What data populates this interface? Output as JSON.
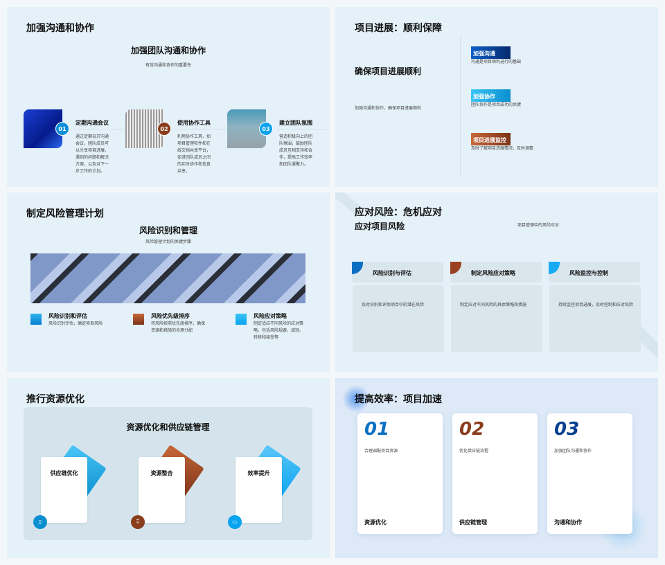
{
  "slide1": {
    "title": "加强沟通和协作",
    "subtitle": "加强团队沟通和协作",
    "caption": "有效沟通和协作的重要性",
    "items": [
      {
        "num": "01",
        "title": "定期沟通会议",
        "desc": "通过定期召开沟通会议，团队成员可以分享项目进展、遇到的问题和解决方案，以及对下一步工作的计划。"
      },
      {
        "num": "02",
        "title": "使用协作工具",
        "desc": "利用协作工具，如项目管理软件和在线文档共享平台，促进团队成员之间的实时协作和信息共享。"
      },
      {
        "num": "03",
        "title": "建立团队氛围",
        "desc": "营造积极向上的团队氛围，鼓励团队成员互相支持和合作，提高工作效率和团队凝聚力。"
      }
    ]
  },
  "slide2": {
    "title": "项目进展：顺利保障",
    "heading": "确保项目进展顺利",
    "desc": "加强沟通和协作，确保项目进展顺利",
    "items": [
      {
        "label": "加强沟通",
        "desc": "沟通是项目顺利进行的基础"
      },
      {
        "label": "加强协作",
        "desc": "团队协作是项目成功的关键"
      },
      {
        "label": "项目进展监控",
        "desc": "及时了解项目进展情况，及时调整"
      }
    ]
  },
  "slide3": {
    "title": "制定风险管理计划",
    "subtitle": "风险识别和管理",
    "caption": "风险管理计划的关键步骤",
    "items": [
      {
        "title": "风险识别和评估",
        "desc": "风险识别评估，确定项目风险"
      },
      {
        "title": "风险优先级排序",
        "desc": "将风险按照优先级排序，确保资源和措施的合理分配"
      },
      {
        "title": "风险应对策略",
        "desc": "制定适应不同风险的应对策略，包括风险规避、减轻、转移和接受等"
      }
    ]
  },
  "slide4": {
    "title": "应对风险：危机应对",
    "subtitle": "应对项目风险",
    "caption": "项目管理中的风险应对",
    "cards": [
      {
        "title": "风险识别与评估",
        "desc": "及时识别和评估项目中的潜在风险"
      },
      {
        "title": "制定风险应对策略",
        "desc": "制定应对不同风险的具体策略和措施"
      },
      {
        "title": "风险监控与控制",
        "desc": "持续监控项目进展，及时控制和应对风险"
      }
    ]
  },
  "slide5": {
    "title": "推行资源优化",
    "subtitle": "资源优化和供应链管理",
    "cards": [
      {
        "title": "供应链优化",
        "icon": "document-icon"
      },
      {
        "title": "资源整合",
        "icon": "org-chart-icon"
      },
      {
        "title": "效率提升",
        "icon": "image-icon"
      }
    ]
  },
  "slide6": {
    "title": "提高效率：项目加速",
    "cards": [
      {
        "num": "01",
        "desc": "合理调配项目资源",
        "label": "资源优化"
      },
      {
        "num": "02",
        "desc": "优化供应链流程",
        "label": "供应链管理"
      },
      {
        "num": "03",
        "desc": "加强团队沟通和协作",
        "label": "沟通和协作"
      }
    ]
  },
  "colors": {
    "blue": "#0a6fc2",
    "brown": "#8a3d1c",
    "sky": "#0aa3f0",
    "navy": "#063f8f"
  }
}
